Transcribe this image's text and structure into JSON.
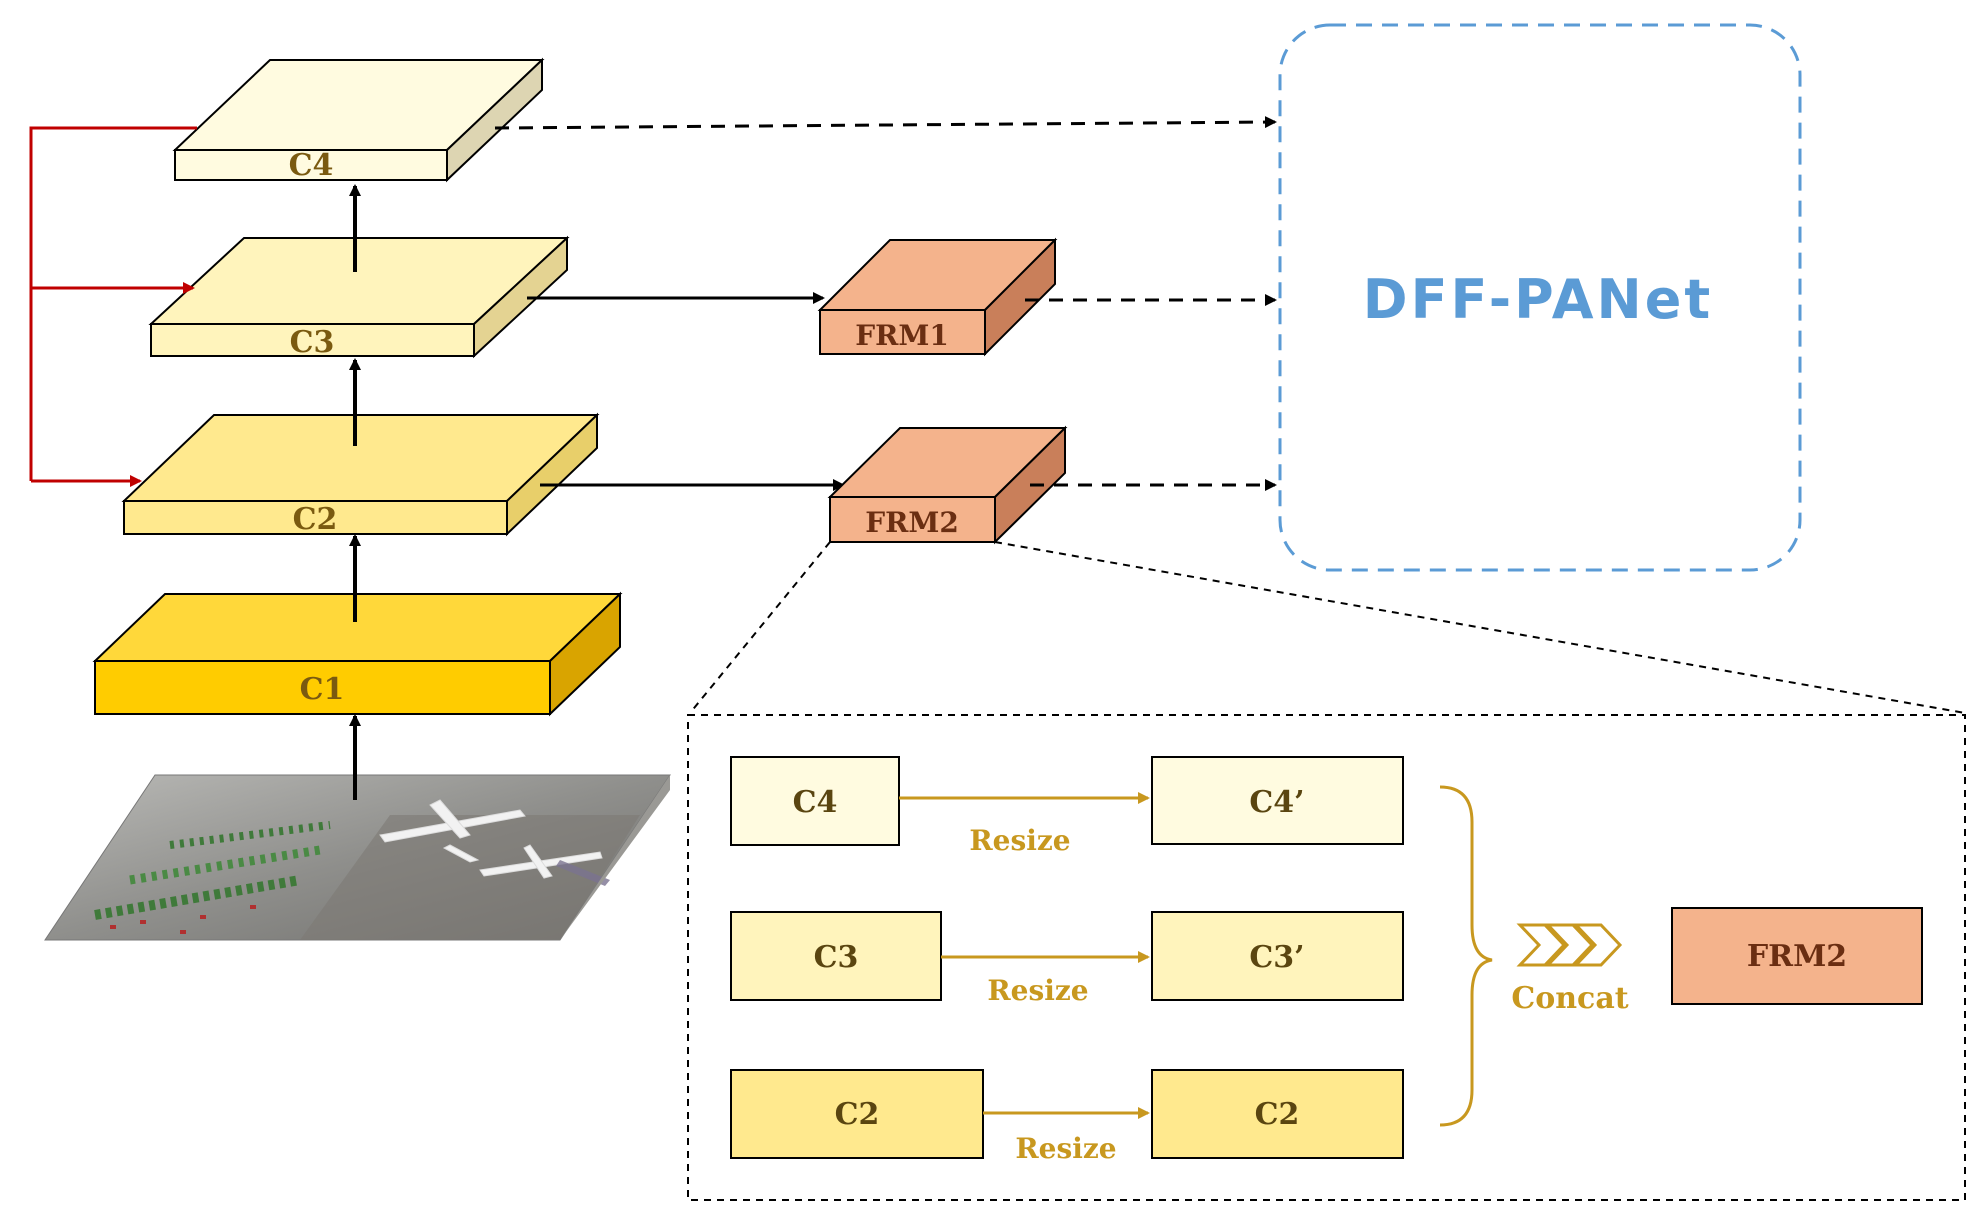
{
  "layers": {
    "c4": "C4",
    "c3": "C3",
    "c2": "C2",
    "c1": "C1"
  },
  "frm": {
    "frm1": "FRM1",
    "frm2": "FRM2"
  },
  "panel": {
    "title": "DFF-PANet"
  },
  "detail": {
    "rows": [
      {
        "source": "C4",
        "target": "C4’",
        "op": "Resize"
      },
      {
        "source": "C3",
        "target": "C3’",
        "op": "Resize"
      },
      {
        "source": "C2",
        "target": "C2",
        "op": "Resize"
      }
    ],
    "concat_label": "Concat",
    "output": "FRM2"
  },
  "colors": {
    "c4_face": "#fffbe0",
    "c3_face": "#fff4bc",
    "c2_face": "#ffe98e",
    "c1_face": "#ffcc00",
    "frm_face": "#f4b38c",
    "red_arrow": "#c00000",
    "gold_arrow": "#c8981f",
    "panel_border": "#5b9bd5"
  }
}
